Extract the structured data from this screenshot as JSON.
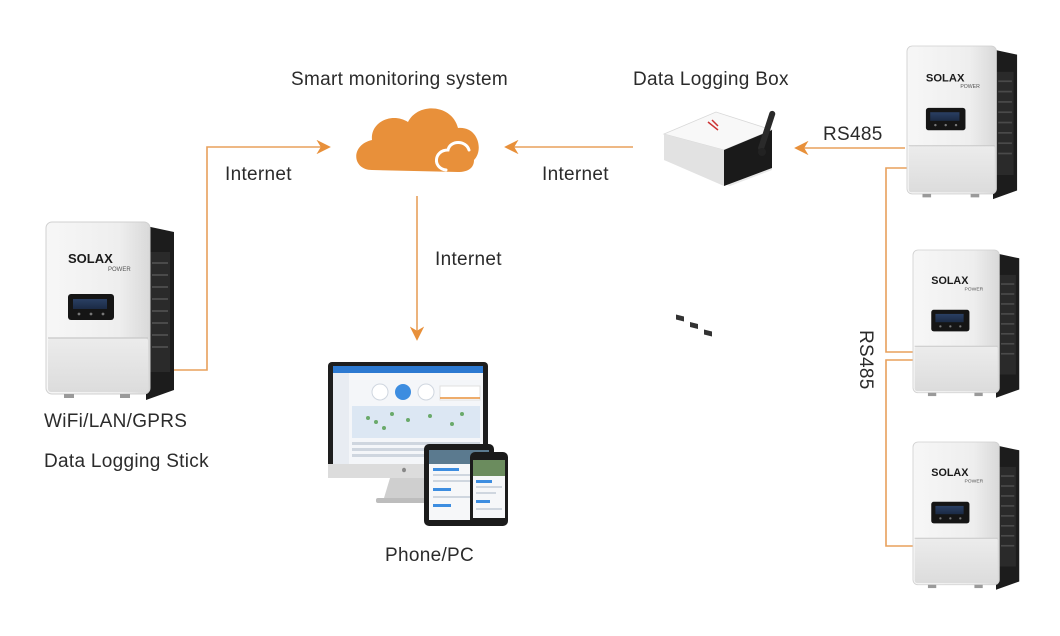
{
  "labels": {
    "smart_monitoring": "Smart monitoring system",
    "data_logging_box": "Data Logging Box",
    "rs485_top": "RS485",
    "internet_left": "Internet",
    "internet_right": "Internet",
    "internet_down": "Internet",
    "wifi": "WiFi/LAN/GPRS",
    "stick": "Data Logging Stick",
    "phone_pc": "Phone/PC",
    "rs485_vertical": "RS485"
  },
  "brand": {
    "name": "SOLAX",
    "sub": "POWER"
  },
  "colors": {
    "accent": "#E8903A",
    "line": "#E8A05C",
    "text": "#2b2b2b"
  }
}
